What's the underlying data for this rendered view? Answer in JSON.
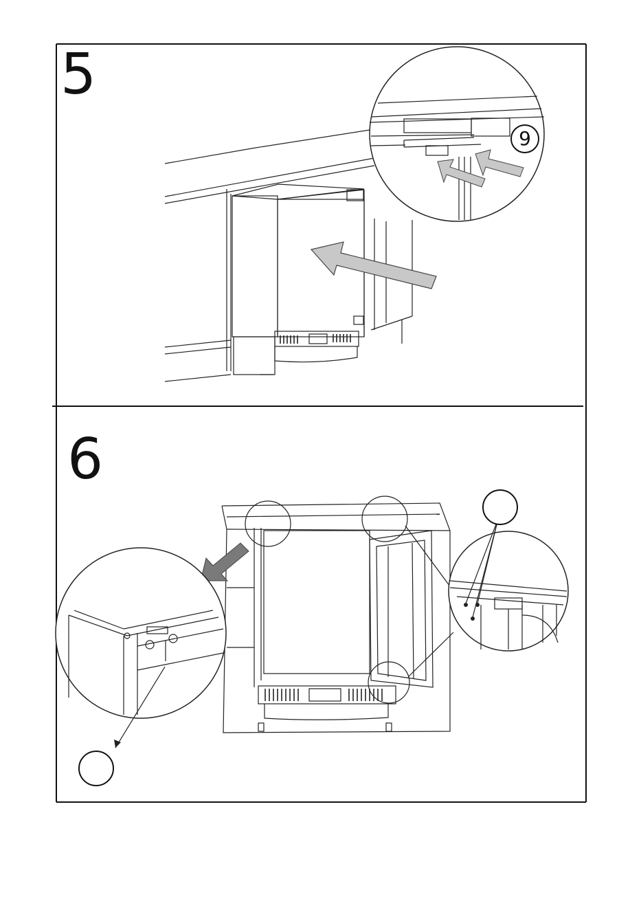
{
  "steps": [
    {
      "number": "5",
      "part_label": "9"
    },
    {
      "number": "6"
    }
  ],
  "colors": {
    "line": "#111111",
    "arrow_fill": "#c8c8c8",
    "arrow_dark": "#7a7a7a"
  }
}
